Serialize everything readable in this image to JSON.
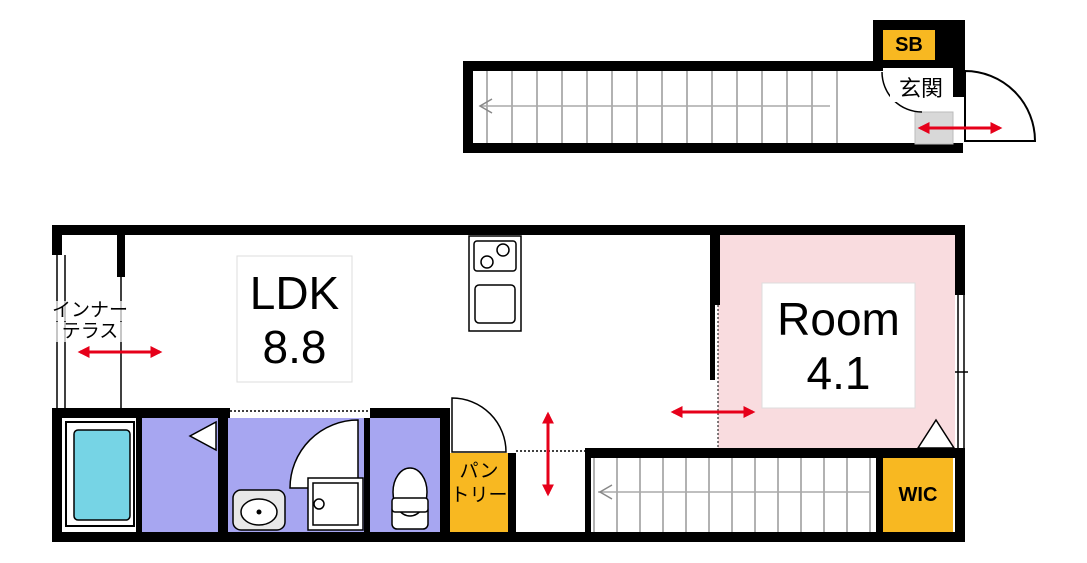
{
  "labels": {
    "sb": "SB",
    "entrance": "玄関",
    "ldk_name": "LDK",
    "ldk_size": "8.8",
    "room_name": "Room",
    "room_size": "4.1",
    "inner_terrace_1": "インナー",
    "inner_terrace_2": "テラス",
    "pantry_1": "パン",
    "pantry_2": "トリー",
    "wic": "WIC"
  },
  "colors": {
    "wall": "#000000",
    "room_pink": "#f9dcdf",
    "wet_purple": "#a7a6f1",
    "bath_cyan": "#76d4e5",
    "storage_orange": "#f8b821",
    "arrow_red": "#e6001a",
    "stair_line": "#999999"
  }
}
